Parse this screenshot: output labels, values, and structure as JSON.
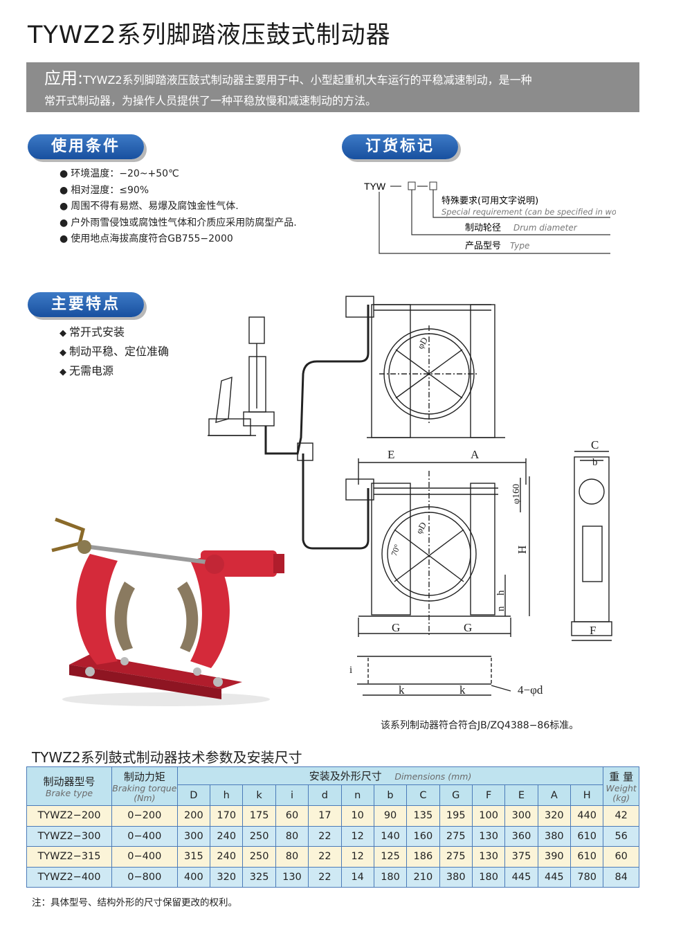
{
  "title": "TYWZ2系列脚踏液压鼓式制动器",
  "application": {
    "label": "应用:",
    "line1": "TYWZ2系列脚踏液压鼓式制动器主要用于中、小型起重机大车运行的平稳减速制动，是一种",
    "line2": "常开式制动器，为操作人员提供了一种平稳放慢和减速制动的方法。"
  },
  "conditions": {
    "heading": "使用条件",
    "items": [
      "环境温度：−20~+50℃",
      "相对湿度：≤90%",
      "周围不得有易燃、易爆及腐蚀金性气体.",
      "户外雨雪侵蚀或腐蚀性气体和介质应采用防腐型产品.",
      "使用地点海拔高度符合GB755−2000"
    ]
  },
  "ordering": {
    "heading": "订货标记",
    "code": "TYW",
    "special_cn": "特殊要求(可用文字说明)",
    "special_en": "Special requirement (can be specified in words)",
    "drum_cn": "制动轮径",
    "drum_en": "Drum diameter",
    "type_cn": "产品型号",
    "type_en": "Type"
  },
  "features": {
    "heading": "主要特点",
    "items": [
      "常开式安装",
      "制动平稳、定位准确",
      "无需电源"
    ]
  },
  "drawing": {
    "E": "E",
    "A": "A",
    "C": "C",
    "b": "b",
    "H": "H",
    "h": "h",
    "n": "n",
    "G1": "G",
    "G2": "G",
    "F": "F",
    "i": "i",
    "k1": "k",
    "k2": "k",
    "phi160": "φ160",
    "phiD_top": "φD",
    "phiD_bottom": "φD",
    "angle": "70°",
    "holes": "4−φd"
  },
  "standard_note": "该系列制动器符合符合JB/ZQ4388−86标准。",
  "table": {
    "title": "TYWZ2系列鼓式制动器技术参数及安装尺寸",
    "head": {
      "model_cn": "制动器型号",
      "model_en": "Brake type",
      "torque_cn": "制动力矩",
      "torque_en1": "Braking torque",
      "torque_en2": "(Nm)",
      "dims_cn": "安装及外形尺寸",
      "dims_en": "Dimensions (mm)",
      "weight_cn": "重 量",
      "weight_en1": "Weight",
      "weight_en2": "(kg)"
    },
    "dim_columns": [
      "D",
      "h",
      "k",
      "i",
      "d",
      "n",
      "b",
      "C",
      "G",
      "F",
      "E",
      "A",
      "H"
    ],
    "rows": [
      [
        "TYWZ2−200",
        "0−200",
        "200",
        "170",
        "175",
        "60",
        "17",
        "10",
        "90",
        "135",
        "195",
        "100",
        "300",
        "320",
        "440",
        "42"
      ],
      [
        "TYWZ2−300",
        "0−400",
        "300",
        "240",
        "250",
        "80",
        "22",
        "12",
        "140",
        "160",
        "275",
        "130",
        "360",
        "380",
        "610",
        "56"
      ],
      [
        "TYWZ2−315",
        "0−400",
        "315",
        "240",
        "250",
        "80",
        "22",
        "12",
        "125",
        "186",
        "275",
        "130",
        "375",
        "390",
        "610",
        "60"
      ],
      [
        "TYWZ2−400",
        "0−800",
        "400",
        "320",
        "325",
        "130",
        "22",
        "14",
        "180",
        "210",
        "380",
        "180",
        "445",
        "445",
        "780",
        "84"
      ]
    ]
  },
  "footnote": "注：具体型号、结构外形的尺寸保留更改的权利。",
  "colors": {
    "pill_blue": "#1f5aa8",
    "gray_box": "#8c8c8c",
    "row_yellow": "#fbf4d8",
    "row_blue": "#cfe9f4",
    "header_blue": "#bfe3ef",
    "brake_red": "#d42a3a"
  }
}
